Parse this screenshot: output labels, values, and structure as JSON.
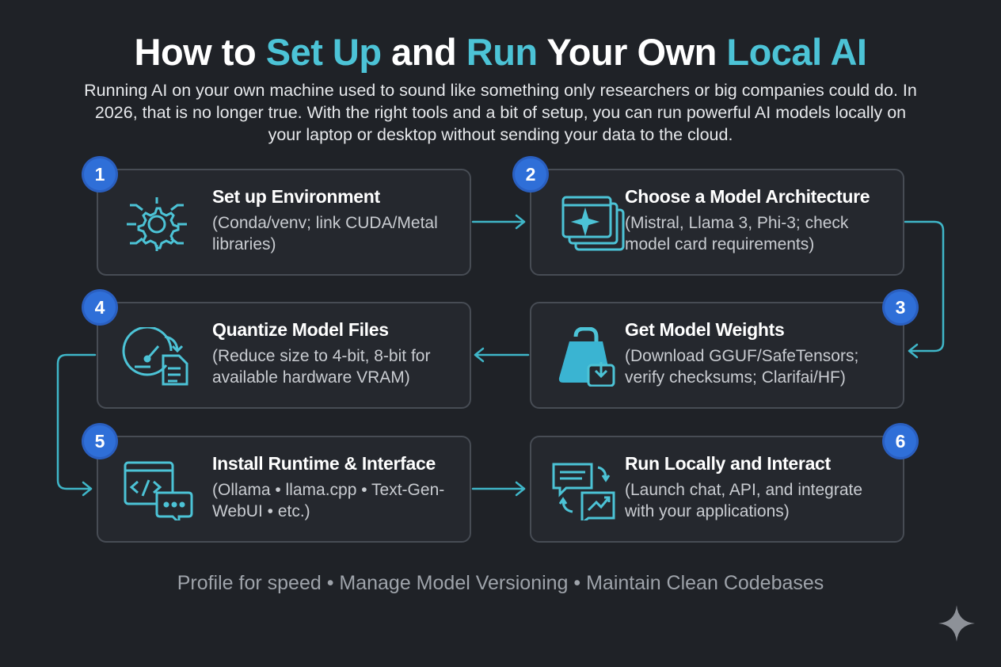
{
  "title": {
    "part1": "How to ",
    "part2": "Set Up",
    "part3": " and ",
    "part4": "Run",
    "part5": " Your Own ",
    "part6": "Local AI"
  },
  "intro": "Running AI on your own machine used to sound like something only researchers or big companies could do. In 2026, that is no longer true. With the right tools and a bit of setup, you can run powerful AI models locally on your laptop or desktop without sending your data to the cloud.",
  "steps": [
    {
      "number": "1",
      "title": "Set up Environment",
      "desc": "(Conda/venv; link CUDA/Metal libraries)",
      "icon": "gear-network-icon"
    },
    {
      "number": "2",
      "title": "Choose a Model Architecture",
      "desc": "(Mistral, Llama 3, Phi-3; check model card requirements)",
      "icon": "stacked-windows-sparkle-icon"
    },
    {
      "number": "3",
      "title": "Get Model Weights",
      "desc": "(Download GGUF/SafeTensors; verify checksums; Clarifai/HF)",
      "icon": "weight-download-icon"
    },
    {
      "number": "4",
      "title": "Quantize Model Files",
      "desc": "(Reduce size to 4-bit, 8-bit for available hardware VRAM)",
      "icon": "gauge-document-icon"
    },
    {
      "number": "5",
      "title": "Install Runtime & Interface",
      "desc": "(Ollama • llama.cpp • Text-Gen-WebUI • etc.)",
      "icon": "code-window-chat-icon"
    },
    {
      "number": "6",
      "title": "Run Locally and Interact",
      "desc": "(Launch chat, API, and integrate with your applications)",
      "icon": "chat-chart-icon"
    }
  ],
  "footer": "Profile for speed • Manage Model Versioning • Maintain Clean Codebases",
  "colors": {
    "accent": "#4cc3d6",
    "badge": "#2f6fd8",
    "background": "#1f2227"
  }
}
